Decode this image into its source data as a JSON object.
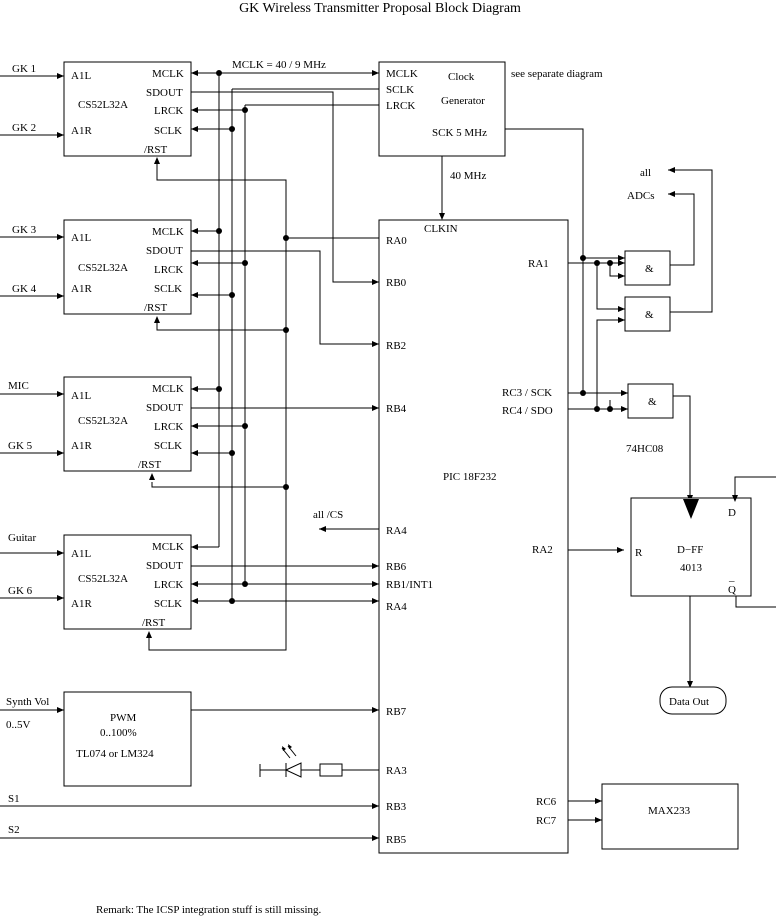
{
  "title": "GK Wireless Transmitter Proposal Block Diagram",
  "remark": "Remark: The ICSP integration stuff is still missing.",
  "inputs": {
    "gk1": "GK 1",
    "gk2": "GK 2",
    "gk3": "GK 3",
    "gk4": "GK 4",
    "mic": "MIC",
    "gk5": "GK 5",
    "guitar": "Guitar",
    "gk6": "GK 6",
    "synth_vol": "Synth Vol",
    "synth_range": "0..5V",
    "s1": "S1",
    "s2": "S2"
  },
  "adc": {
    "chip": "CS52L32A",
    "a1l": "A1L",
    "a1r": "A1R",
    "mclk": "MCLK",
    "sdout": "SDOUT",
    "lrck": "LRCK",
    "sclk": "SCLK",
    "rst": "/RST"
  },
  "clock": {
    "mclk_note": "MCLK = 40 / 9 MHz",
    "mclk": "MCLK",
    "sclk": "SCLK",
    "lrck": "LRCK",
    "name1": "Clock",
    "name2": "Generator",
    "sck": "SCK 5 MHz",
    "see_sep": "see separate diagram",
    "mhz40": "40 MHz"
  },
  "pic": {
    "name": "PIC 18F232",
    "clkin": "CLKIN",
    "ra0": "RA0",
    "rb0": "RB0",
    "rb2": "RB2",
    "rb4": "RB4",
    "ra4": "RA4",
    "rb6": "RB6",
    "rb1": "RB1/INT1",
    "ra4b": "RA4",
    "rb7": "RB7",
    "ra3": "RA3",
    "rb3": "RB3",
    "rb5": "RB5",
    "ra1": "RA1",
    "rc3": "RC3 / SCK",
    "rc4": "RC4 / SDO",
    "ra2": "RA2",
    "rc6": "RC6",
    "rc7": "RC7"
  },
  "all_cs": "all /CS",
  "all_adcs_1": "all",
  "all_adcs_2": "ADCs",
  "and_gate": "&",
  "gate_chip": "74HC08",
  "dff": {
    "name": "D−FF",
    "chip": "4013",
    "d": "D",
    "r": "R",
    "q": "Q",
    "qbar": "_"
  },
  "data_out": "Data Out",
  "pwm": {
    "name": "PWM",
    "range": "0..100%",
    "chip": "TL074 or LM324"
  },
  "max": "MAX233"
}
